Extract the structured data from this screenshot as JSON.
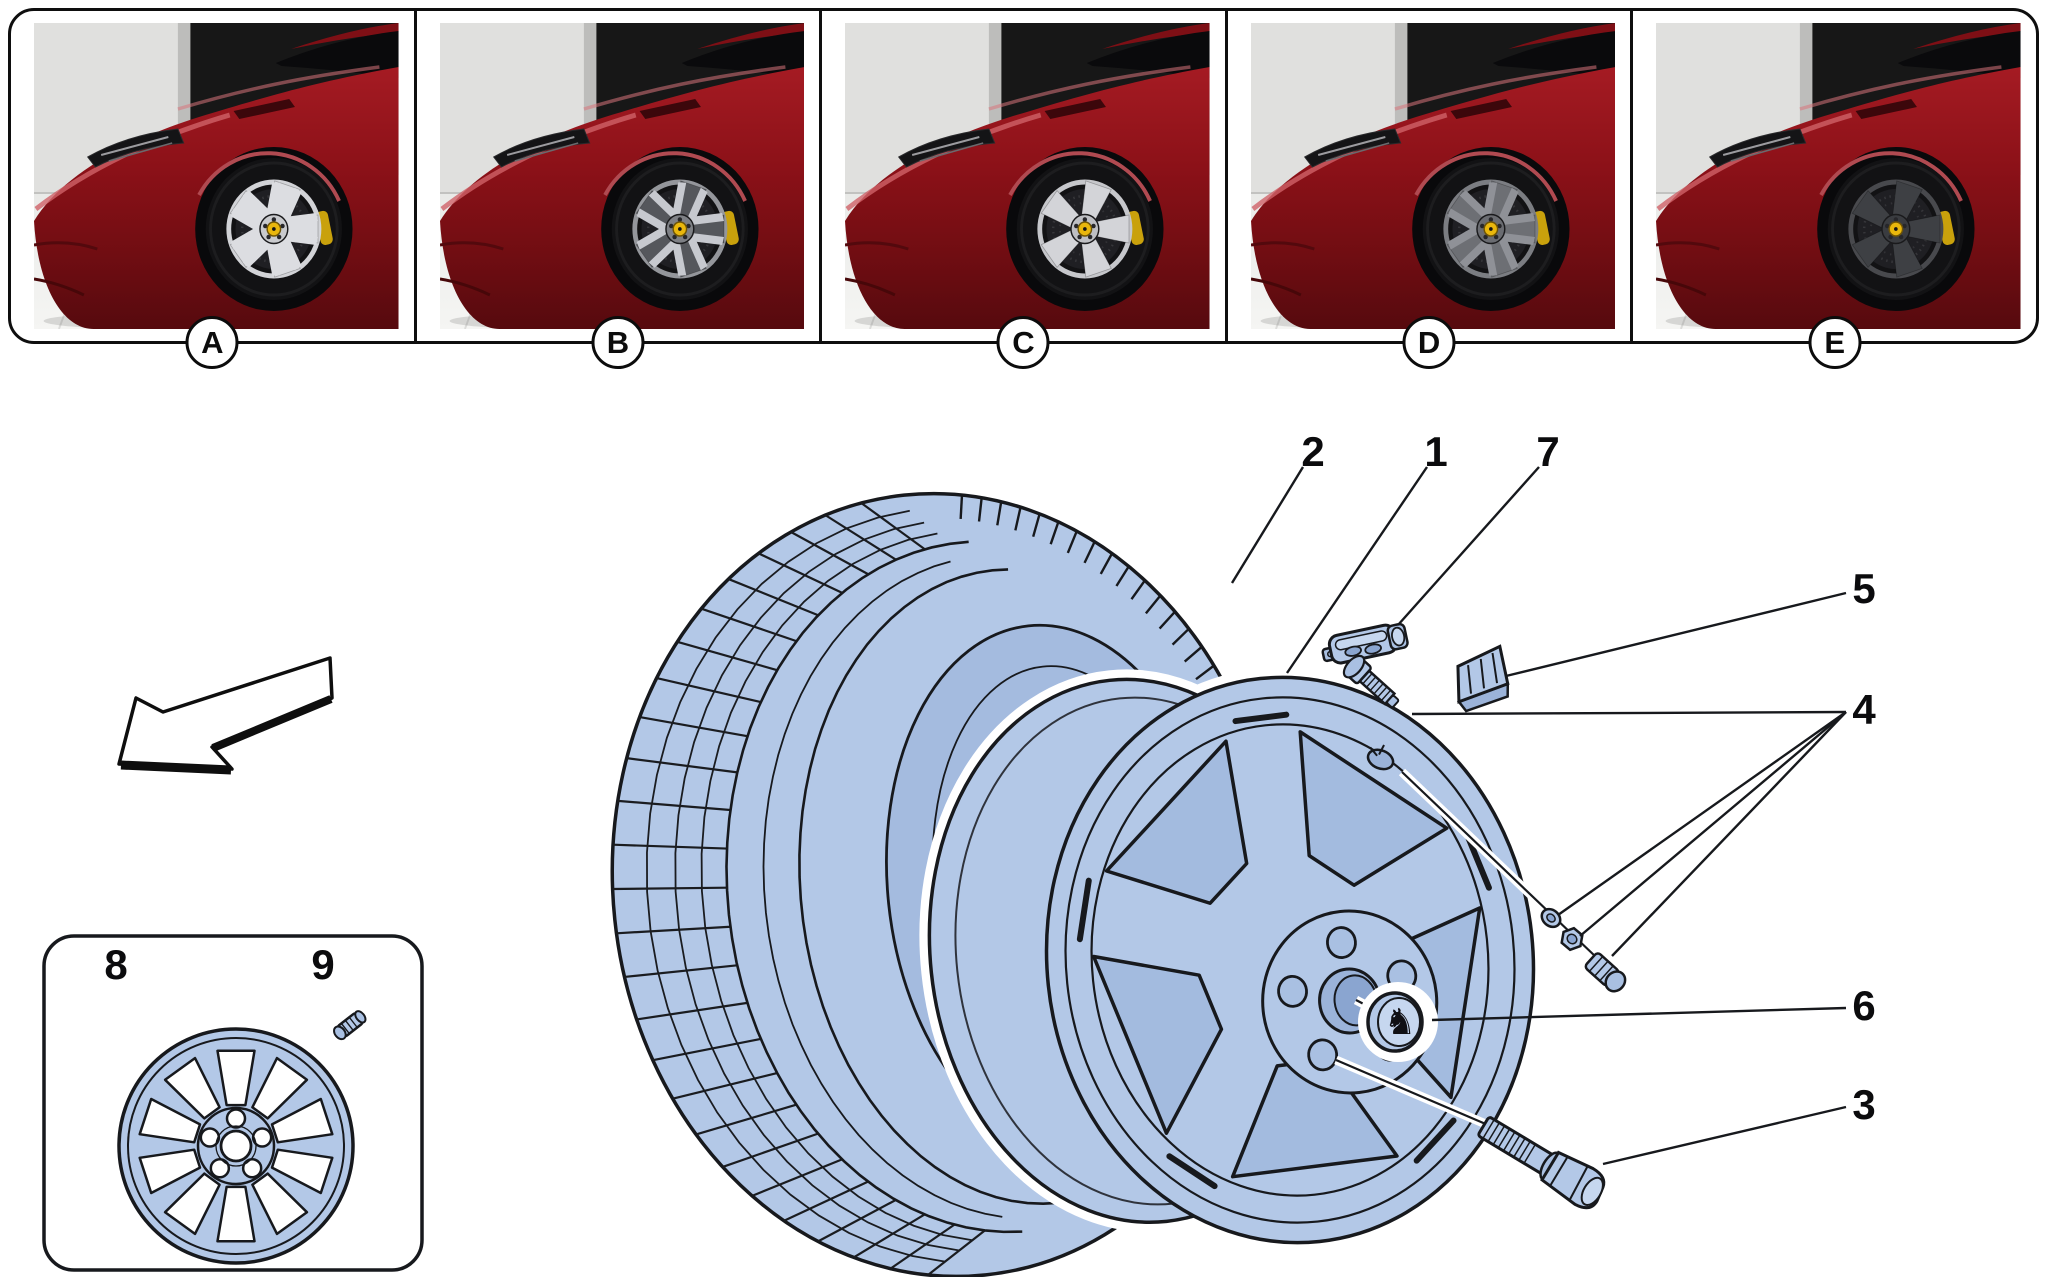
{
  "page": {
    "background": "#ffffff",
    "kind": "wheel-parts-catalog-plate"
  },
  "option_panels": {
    "items": [
      {
        "letter": "A",
        "wheel_finish": "polished-silver-star-spoke",
        "spoke": "#dcdde1",
        "spoke2": "#dcdde1",
        "rim": "#d2d3d7",
        "hub": "#c9cacd"
      },
      {
        "letter": "B",
        "wheel_finish": "dark-chrome-twin-spoke",
        "spoke": "#55575c",
        "spoke2": "#c7c9cf",
        "rim": "#94969b",
        "hub": "#7e8085"
      },
      {
        "letter": "C",
        "wheel_finish": "silver-five-spoke",
        "spoke": "#d3d4d8",
        "spoke2": "transparent",
        "rim": "#c6c7cb",
        "hub": "#bebfc3"
      },
      {
        "letter": "D",
        "wheel_finish": "titanium-twin-spoke",
        "spoke": "#6d6f74",
        "spoke2": "#8f9197",
        "rim": "#7b7d82",
        "hub": "#6a6c71"
      },
      {
        "letter": "E",
        "wheel_finish": "matte-dark-five-spoke",
        "spoke": "#3e4044",
        "spoke2": "transparent",
        "rim": "#48494d",
        "hub": "#3a3c40"
      }
    ],
    "car_color": "#8c1118",
    "caliper_color": "#c9a10c",
    "center_cap_color": "#e9b70c"
  },
  "diagram": {
    "colors": {
      "part_fill": "#b3c8e7",
      "part_shadow": "#9bb3d9",
      "part_light": "#c6d7ef",
      "interior": "#a4bbdf",
      "outline": "#17191d"
    },
    "callouts": [
      {
        "number": "2",
        "target": "tire"
      },
      {
        "number": "1",
        "target": "wheel-rim"
      },
      {
        "number": "7",
        "target": "tpms-sensor"
      },
      {
        "number": "5",
        "target": "sensor-bracket"
      },
      {
        "number": "4",
        "target": "valve-stem-and-fasteners"
      },
      {
        "number": "6",
        "target": "center-cap"
      },
      {
        "number": "3",
        "target": "wheel-bolt"
      }
    ],
    "inset_callouts": [
      {
        "number": "8",
        "target": "spare-wheel"
      },
      {
        "number": "9",
        "target": "spare-wheel-valve"
      }
    ]
  }
}
